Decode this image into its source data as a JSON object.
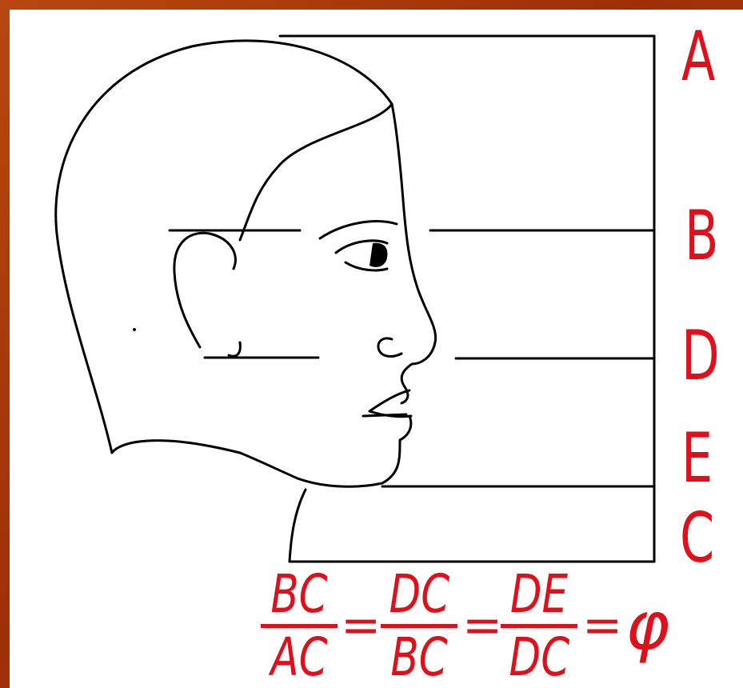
{
  "labels": {
    "a": "A",
    "b": "B",
    "d": "D",
    "e": "E",
    "c": "C"
  },
  "formula": {
    "f1_num": "BC",
    "f1_den": "AC",
    "f2_num": "DC",
    "f2_den": "BC",
    "f3_num": "DE",
    "f3_den": "DC",
    "eq": "=",
    "result": "φ"
  },
  "colors": {
    "frame": "#a8360a",
    "label": "#e0101a",
    "line": "#000000"
  }
}
